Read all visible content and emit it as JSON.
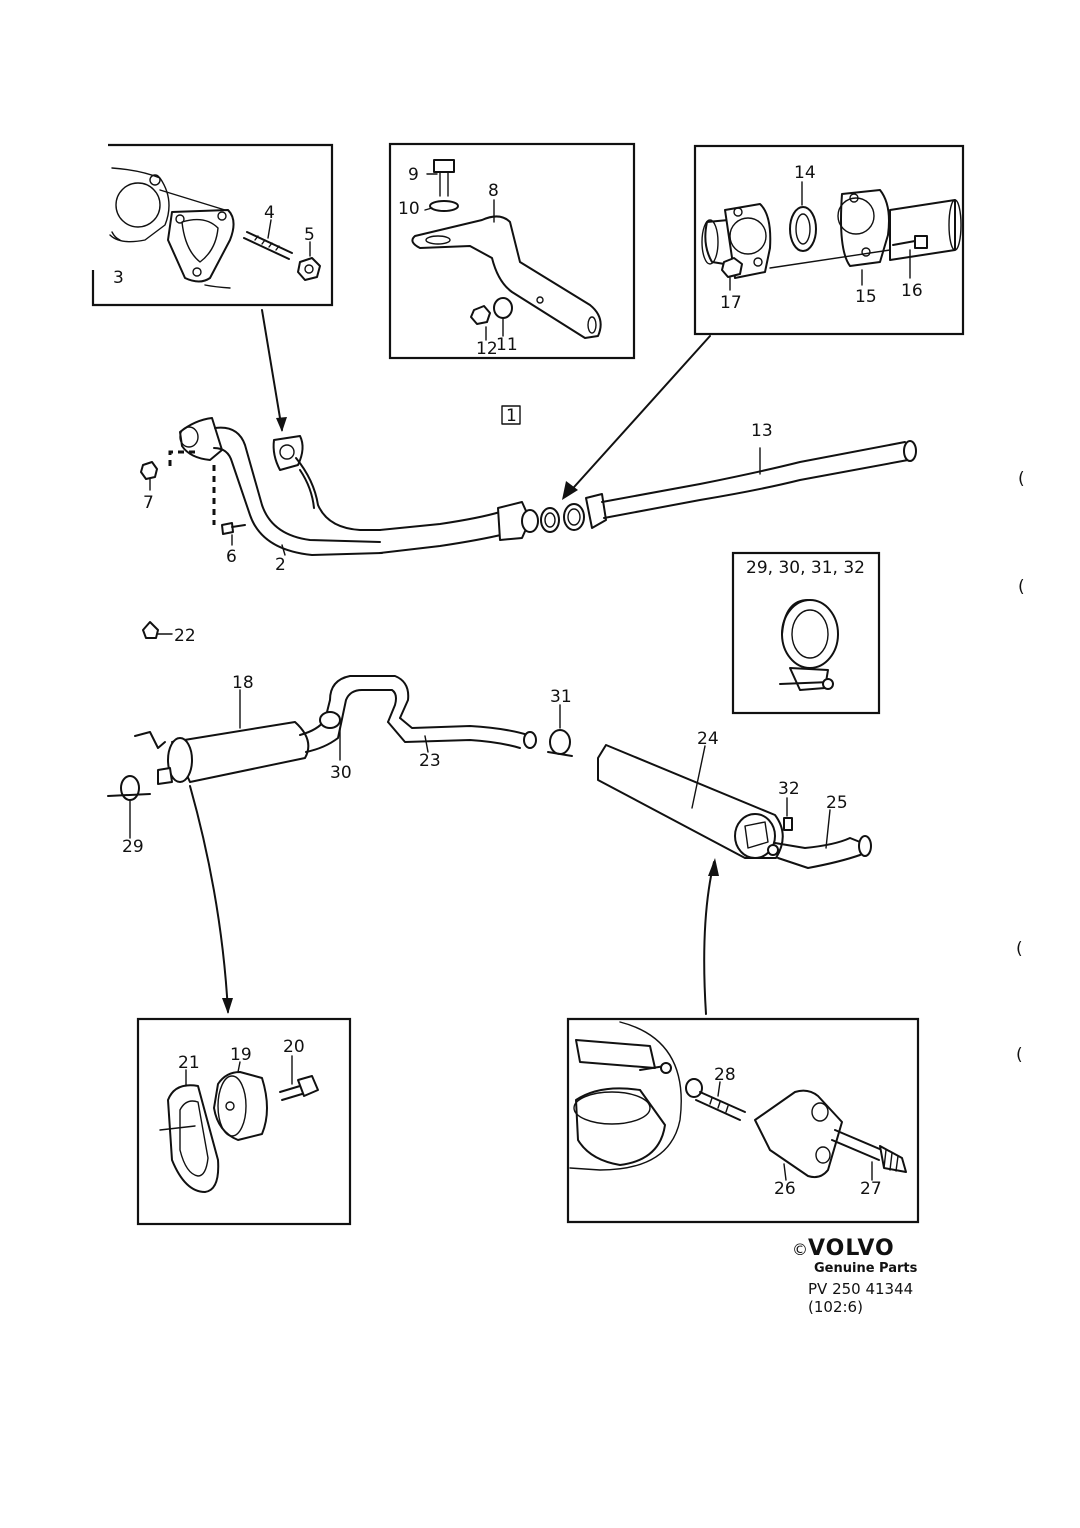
{
  "callouts": {
    "c1": "1",
    "c2": "2",
    "c3": "3",
    "c4": "4",
    "c5": "5",
    "c6": "6",
    "c7": "7",
    "c8": "8",
    "c9": "9",
    "c10": "10",
    "c11": "11",
    "c12": "12",
    "c13": "13",
    "c14": "14",
    "c15": "15",
    "c16": "16",
    "c17": "17",
    "c18": "18",
    "c19": "19",
    "c20": "20",
    "c21": "21",
    "c22": "22",
    "c23": "23",
    "c24": "24",
    "c25": "25",
    "c26": "26",
    "c27": "27",
    "c28": "28",
    "c29": "29",
    "c30": "30",
    "c31": "31",
    "c32": "32"
  },
  "clamp_box_title": "29, 30, 31, 32",
  "footer": {
    "copyright_symbol": "©",
    "brand": "VOLVO",
    "tagline": "Genuine Parts",
    "part_code": "PV 250  41344",
    "page_ref": "(102:6)"
  },
  "margin_marks": [
    "(",
    "(",
    "(",
    "("
  ]
}
